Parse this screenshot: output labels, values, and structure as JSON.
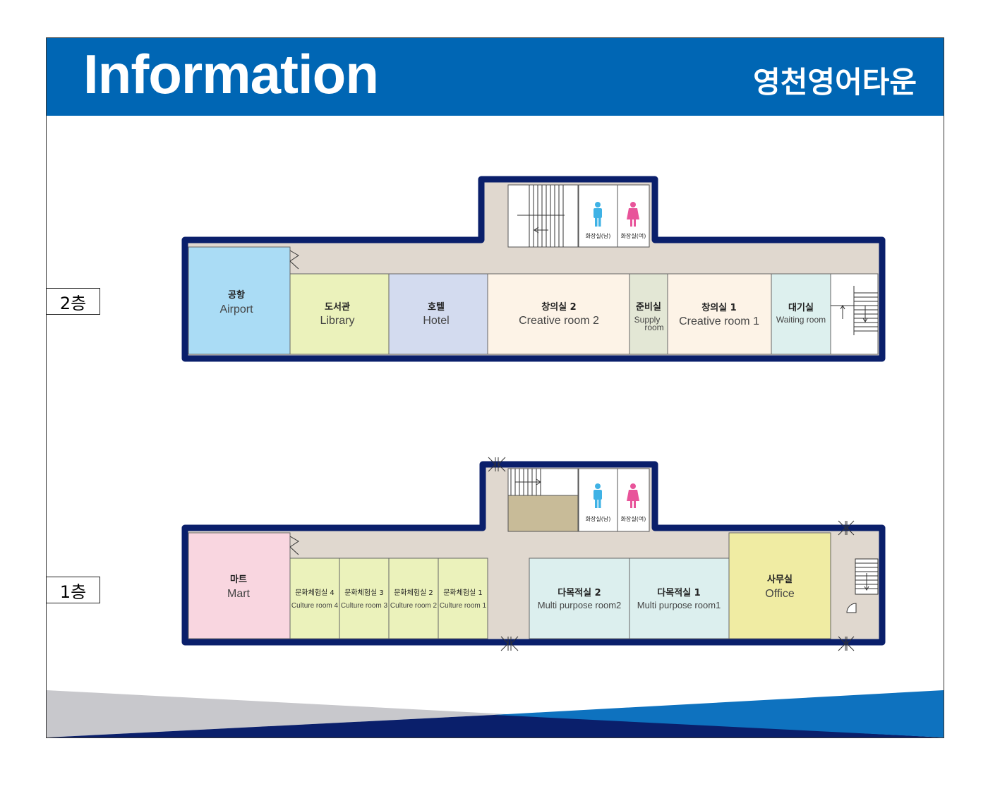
{
  "header": {
    "title": "Information",
    "brand": "영천영어타운"
  },
  "colors": {
    "header": "#0066b4",
    "wall": "#0a1f6b",
    "corridor": "#e0d8cf"
  },
  "floor2": {
    "label": "2층",
    "restroom_male": "화장실(남)",
    "restroom_female": "화장실(여)",
    "rooms": [
      {
        "kr": "공항",
        "en": "Airport",
        "color": "#aadcf5"
      },
      {
        "kr": "도서관",
        "en": "Library",
        "color": "#ebf2bb"
      },
      {
        "kr": "호텔",
        "en": "Hotel",
        "color": "#d3dbef"
      },
      {
        "kr": "창의실 2",
        "en": "Creative room 2",
        "color": "#fdf3e7"
      },
      {
        "kr": "준비실",
        "en": "Supply",
        "en2": "room",
        "color": "#e3e7d5"
      },
      {
        "kr": "창의실 1",
        "en": "Creative room 1",
        "color": "#fdf3e7"
      },
      {
        "kr": "대기실",
        "en": "Waiting room",
        "color": "#ddf0ee"
      }
    ]
  },
  "floor1": {
    "label": "1층",
    "restroom_male": "화장실(남)",
    "restroom_female": "화장실(여)",
    "rooms": [
      {
        "kr": "마트",
        "en": "Mart",
        "color": "#f9d6e0"
      },
      {
        "kr": "문화체험실 4",
        "en": "Culture room 4",
        "color": "#ebf2bb"
      },
      {
        "kr": "문화체험실 3",
        "en": "Culture room 3",
        "color": "#ebf2bb"
      },
      {
        "kr": "문화체험실 2",
        "en": "Culture room 2",
        "color": "#ebf2bb"
      },
      {
        "kr": "문화체험실 1",
        "en": "Culture room 1",
        "color": "#ebf2bb"
      },
      {
        "kr": "다목적실 2",
        "en": "Multi purpose room2",
        "color": "#dcefee"
      },
      {
        "kr": "다목적실 1",
        "en": "Multi purpose room1",
        "color": "#dcefee"
      },
      {
        "kr": "사무실",
        "en": "Office",
        "color": "#f0eca3"
      }
    ]
  }
}
